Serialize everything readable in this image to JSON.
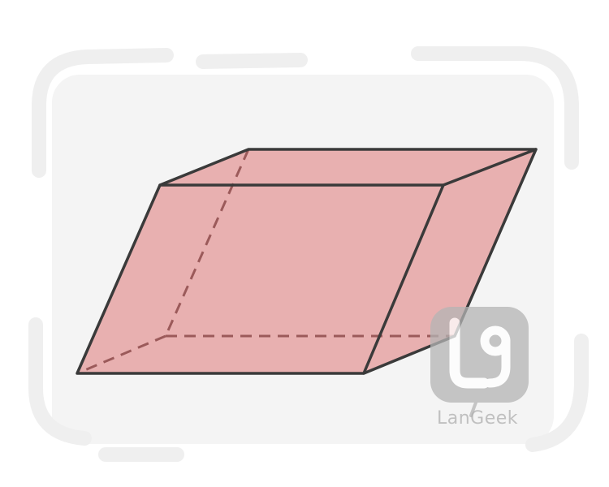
{
  "figure": {
    "shape": "parallelepiped",
    "face_fill": "#e8b0b0",
    "edge_color": "#3a3a3a",
    "hidden_edge_color": "#9b5a5a",
    "background_panel_color": "#f4f4f4",
    "frame_color": "#efefef"
  },
  "watermark": {
    "brand": "LanGeek",
    "logo_name": "langeek-logo",
    "color": "#b4b4b4"
  }
}
